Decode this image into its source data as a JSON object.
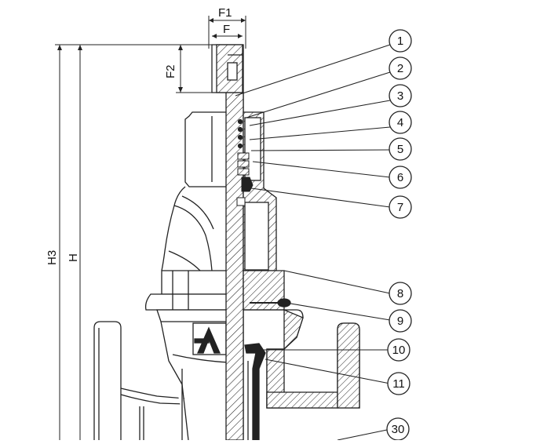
{
  "dimensions": {
    "F1": "F1",
    "F": "F",
    "F2": "F2",
    "H3": "H3",
    "H": "H"
  },
  "balloons": [
    "1",
    "2",
    "3",
    "4",
    "5",
    "6",
    "7",
    "8",
    "9",
    "10",
    "11",
    "30"
  ],
  "colors": {
    "line": "#222222",
    "background": "#ffffff"
  }
}
